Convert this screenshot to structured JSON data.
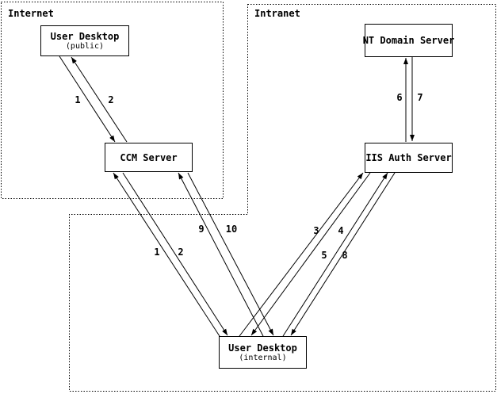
{
  "diagram": {
    "type": "network-flow-diagram",
    "zones": [
      {
        "id": "internet",
        "label": "Internet"
      },
      {
        "id": "intranet",
        "label": "Intranet"
      }
    ],
    "nodes": [
      {
        "id": "user-desktop-public",
        "label": "User Desktop",
        "sublabel": "(public)",
        "zone": "internet"
      },
      {
        "id": "ccm-server",
        "label": "CCM Server",
        "zone": "internet"
      },
      {
        "id": "nt-domain-server",
        "label": "NT Domain Server",
        "zone": "intranet"
      },
      {
        "id": "iis-auth-server",
        "label": "IIS Auth Server",
        "zone": "intranet"
      },
      {
        "id": "user-desktop-internal",
        "label": "User Desktop",
        "sublabel": "(internal)",
        "zone": "intranet"
      }
    ],
    "edges": [
      {
        "label": "1",
        "from": "user-desktop-public",
        "to": "ccm-server"
      },
      {
        "label": "2",
        "from": "ccm-server",
        "to": "user-desktop-public"
      },
      {
        "label": "1",
        "from": "user-desktop-internal",
        "to": "ccm-server"
      },
      {
        "label": "2",
        "from": "ccm-server",
        "to": "user-desktop-internal"
      },
      {
        "label": "9",
        "from": "user-desktop-internal",
        "to": "ccm-server"
      },
      {
        "label": "10",
        "from": "ccm-server",
        "to": "user-desktop-internal"
      },
      {
        "label": "3",
        "from": "user-desktop-internal",
        "to": "iis-auth-server"
      },
      {
        "label": "4",
        "from": "iis-auth-server",
        "to": "user-desktop-internal"
      },
      {
        "label": "5",
        "from": "user-desktop-internal",
        "to": "iis-auth-server"
      },
      {
        "label": "8",
        "from": "iis-auth-server",
        "to": "user-desktop-internal"
      },
      {
        "label": "6",
        "from": "iis-auth-server",
        "to": "nt-domain-server"
      },
      {
        "label": "7",
        "from": "nt-domain-server",
        "to": "iis-auth-server"
      }
    ],
    "colors": {
      "line": "#000000",
      "background": "#ffffff"
    }
  }
}
